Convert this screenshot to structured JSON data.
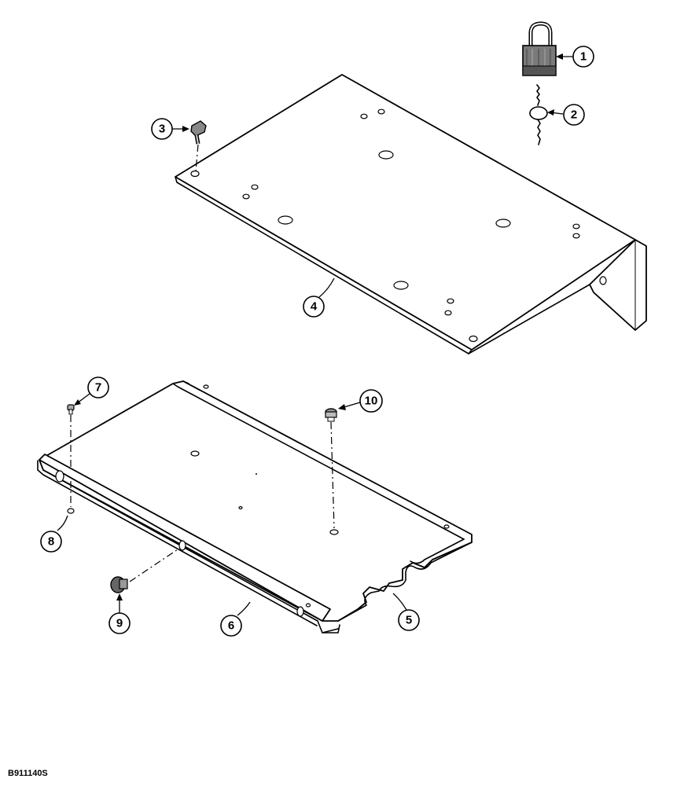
{
  "figure_id": "B911140S",
  "callouts": [
    {
      "label": "1",
      "part": "padlock"
    },
    {
      "label": "2",
      "part": "key-chain"
    },
    {
      "label": "3",
      "part": "bolt"
    },
    {
      "label": "4",
      "part": "cover-plate"
    },
    {
      "label": "5",
      "part": "notch"
    },
    {
      "label": "6",
      "part": "tray"
    },
    {
      "label": "7",
      "part": "screw"
    },
    {
      "label": "8",
      "part": "washer"
    },
    {
      "label": "9",
      "part": "knob"
    },
    {
      "label": "10",
      "part": "plug"
    }
  ]
}
